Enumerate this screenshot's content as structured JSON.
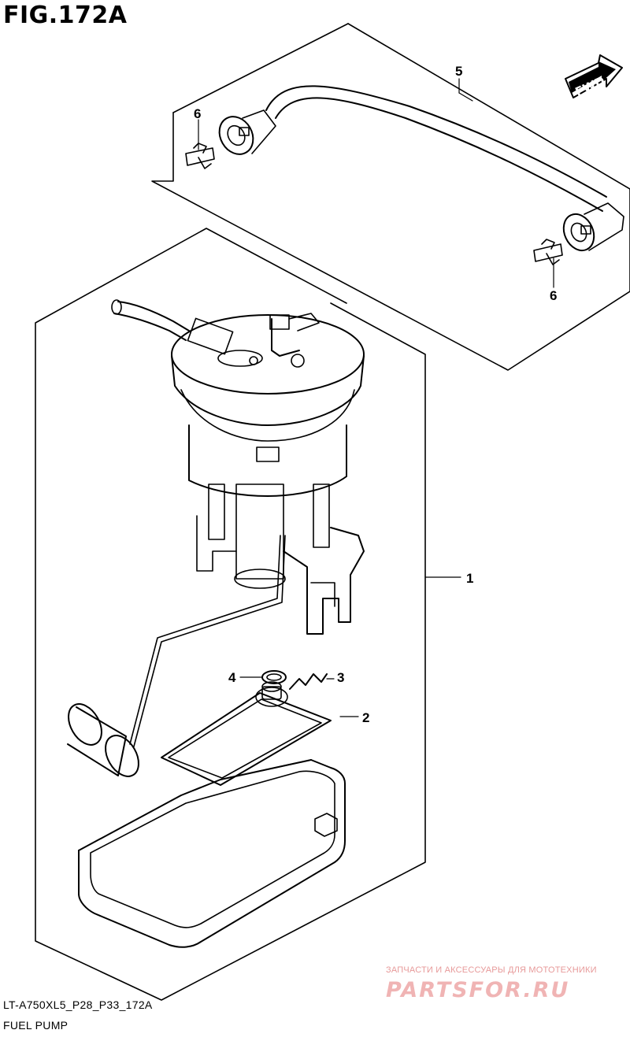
{
  "figure": {
    "title": "FIG.172A"
  },
  "direction": {
    "label": "FWD"
  },
  "callouts": {
    "c1": "1",
    "c2": "2",
    "c3": "3",
    "c4": "4",
    "c5": "5",
    "c6a": "6",
    "c6b": "6"
  },
  "footer": {
    "code": "LT-A750XL5_P28_P33_172A",
    "name": "FUEL PUMP"
  },
  "watermark": {
    "tagline": "ЗАПЧАСТИ И АКСЕССУАРЫ ДЛЯ МОТОТЕХНИКИ",
    "logo": "PARTSFOR.RU"
  }
}
